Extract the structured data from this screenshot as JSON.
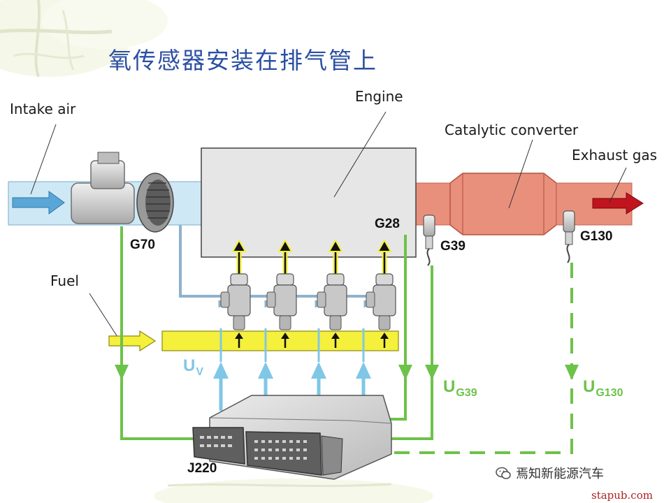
{
  "title": "氧传感器安装在排气管上",
  "labels": {
    "intake_air": "Intake air",
    "engine": "Engine",
    "catalytic_converter": "Catalytic converter",
    "exhaust_gas": "Exhaust gas",
    "fuel": "Fuel"
  },
  "components": {
    "g70": "G70",
    "g28": "G28",
    "g39": "G39",
    "g130": "G130",
    "j220": "J220"
  },
  "signals": {
    "uv_main": "U",
    "uv_sub": "V",
    "ug39_main": "U",
    "ug39_sub": "G39",
    "ug130_main": "U",
    "ug130_sub": "G130"
  },
  "watermark": {
    "text": "焉知新能源汽车",
    "site": "stapub.com"
  },
  "colors": {
    "title": "#2c4fa3",
    "intake_pipe": "#cfe8f6",
    "exhaust_pipe": "#e8907c",
    "fuel_rail": "#f4f03c",
    "signal_green": "#6dc24a",
    "signal_blue": "#7fc7e6",
    "exhaust_arrow": "#c0141e",
    "intake_arrow": "#5aa6d6"
  }
}
